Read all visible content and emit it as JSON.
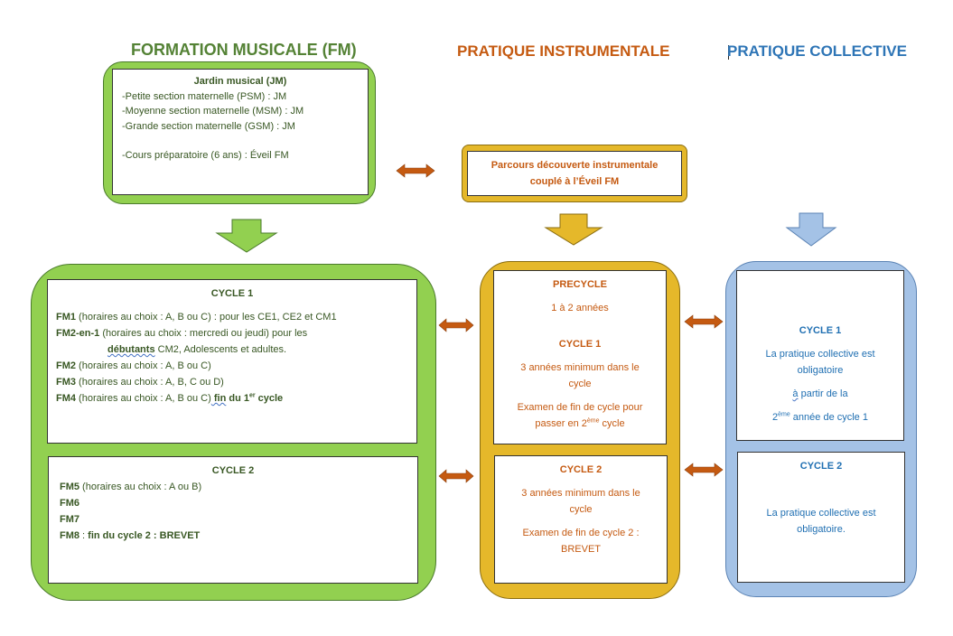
{
  "columns": {
    "fm": "FORMATION MUSICALE (FM)",
    "pi": "PRATIQUE INSTRUMENTALE",
    "pc": "PRATIQUE COLLECTIVE"
  },
  "jardin": {
    "title": "Jardin musical (JM)",
    "lines": [
      "-Petite section maternelle (PSM) : JM",
      "-Moyenne section maternelle (MSM) : JM",
      "-Grande section maternelle (GSM) : JM",
      "-Cours préparatoire (6 ans) : Éveil FM"
    ]
  },
  "parcours": {
    "line1": "Parcours découverte instrumentale",
    "line2": "couplé à l’Éveil FM"
  },
  "fm_cycle1": {
    "title": "CYCLE 1",
    "fm1_code": "FM1",
    "fm1_text": " (horaires au choix : A, B ou C) : pour les CE1, CE2 et CM1",
    "fm2en1_code": "FM2-en-1",
    "fm2en1_text": " (horaires au choix : mercredi ou jeudi) pour les",
    "debutants": "débutants",
    "fm2en1_text2": " CM2, Adolescents et adultes.",
    "fm2_code": "FM2",
    "fm2_text": " (horaires au choix : A, B ou C)",
    "fm3_code": "FM3",
    "fm3_text": " (horaires au choix : A, B, C ou D)",
    "fm4_code": "FM4",
    "fm4_text": " (horaires au choix : A, B ou C)",
    "fm4_end_a": " fin",
    "fm4_end_b": " du 1",
    "fm4_sup": "er",
    "fm4_end_c": " cycle"
  },
  "fm_cycle2": {
    "title": "CYCLE 2",
    "fm5_code": "FM5",
    "fm5_text": " (horaires au choix : A ou B)",
    "fm6": "FM6",
    "fm7": "FM7",
    "fm8_code": "FM8",
    "fm8_sep": " : ",
    "fm8_end": "fin du cycle 2 :  BREVET"
  },
  "pi_top": {
    "precycle": "PRECYCLE",
    "precycle_years": "1 à 2 années",
    "cycle1": "CYCLE 1",
    "cycle1_min_a": "3 années minimum dans le",
    "cycle1_min_b": "cycle",
    "exam_a": "Examen de fin de cycle pour",
    "exam_b_pre": "passer en 2",
    "exam_b_sup": "ème",
    "exam_b_post": " cycle"
  },
  "pi_bottom": {
    "title": "CYCLE 2",
    "min_a": "3 années minimum dans le",
    "min_b": "cycle",
    "exam_a": "Examen de fin de cycle 2 :",
    "exam_b": "BREVET"
  },
  "pc_top": {
    "title": "CYCLE 1",
    "l1": "La pratique collective est",
    "l2": "obligatoire",
    "l3_a": "à",
    "l3_b": " partir de la",
    "l4_pre": "2",
    "l4_sup": "ème",
    "l4_post": " année de cycle 1"
  },
  "pc_bottom": {
    "title": "CYCLE 2",
    "l1": "La pratique collective est",
    "l2": "obligatoire."
  },
  "colors": {
    "green": "#92d050",
    "gold": "#e5b82a",
    "blue": "#a4c2e6",
    "arrow_orange": "#c55a11"
  }
}
